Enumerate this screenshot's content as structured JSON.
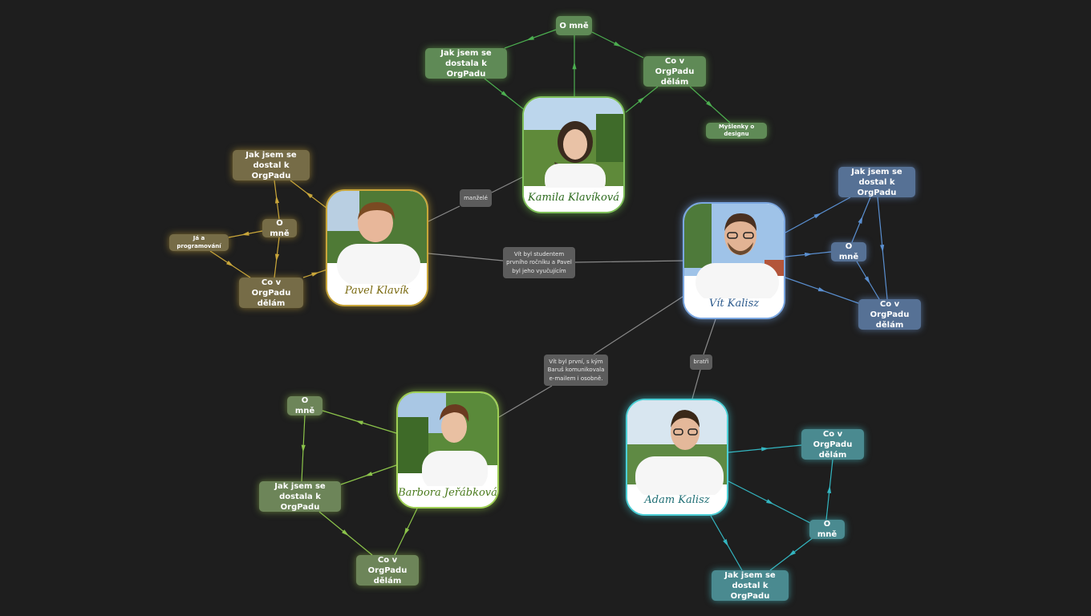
{
  "colors": {
    "background": "#1e1e1e",
    "kamila": "#5f8a56",
    "pavel": "#766c47",
    "vit": "#567195",
    "barbora": "#6d8559",
    "adam": "#4a8a90",
    "relation": "#5c5c5c"
  },
  "people": {
    "kamila": {
      "name": "Kamila Klavíková",
      "name_color": "#2d6b1e",
      "icon": "portrait-woman-dark-hair"
    },
    "pavel": {
      "name": "Pavel Klavík",
      "name_color": "#7a6a10",
      "icon": "portrait-man-glasses-none"
    },
    "vit": {
      "name": "Vít Kalisz",
      "name_color": "#2c5a8c",
      "icon": "portrait-man-glasses"
    },
    "barbora": {
      "name": "Barbora Jeřábková",
      "name_color": "#4a7a1c",
      "icon": "portrait-woman-hair-bun"
    },
    "adam": {
      "name": "Adam Kalisz",
      "name_color": "#1e6e74",
      "icon": "portrait-man-glasses"
    }
  },
  "nodes": {
    "kamila_about": "O mně",
    "kamila_how": "Jak jsem se dostala k OrgPadu",
    "kamila_what": "Co v OrgPadu dělám",
    "kamila_design": "Myšlenky o designu",
    "pavel_how": "Jak jsem se dostal k OrgPadu",
    "pavel_about": "O mně",
    "pavel_prog": "Já a programování",
    "pavel_what": "Co v OrgPadu dělám",
    "vit_how": "Jak jsem se dostal k OrgPadu",
    "vit_about": "O mně",
    "vit_what": "Co v OrgPadu dělám",
    "barbora_about": "O mně",
    "barbora_how": "Jak jsem se dostala k OrgPadu",
    "barbora_what": "Co v OrgPadu dělám",
    "adam_what": "Co v OrgPadu dělám",
    "adam_about": "O mně",
    "adam_how": "Jak jsem se dostal k OrgPadu"
  },
  "relations": {
    "manzele": "manželé",
    "vit_pavel": "Vít byl studentem prvního ročníku a Pavel byl jeho vyučujícím",
    "vit_barbora": "Vít byl první, s kým Baruš komunikovala e-mailem i osobně.",
    "bratri": "bratři"
  }
}
